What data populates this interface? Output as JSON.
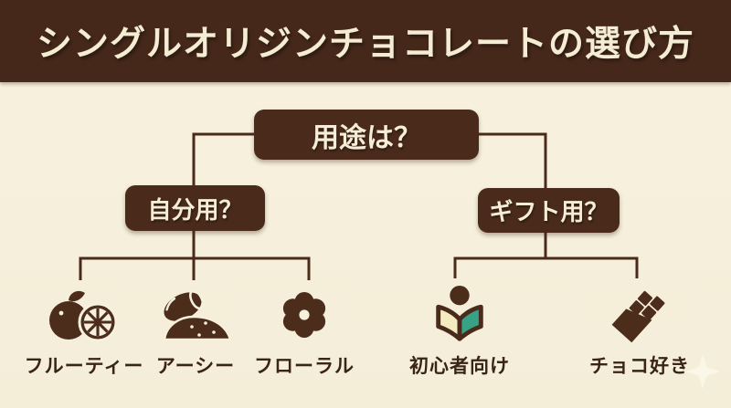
{
  "header": {
    "title": "シングルオリジンチョコレートの選び方"
  },
  "tree": {
    "root": {
      "label": "用途は？"
    },
    "branches": [
      {
        "label": "自分用？",
        "leaves": [
          {
            "label": "フルーティー",
            "icon": "citrus-fruit-icon"
          },
          {
            "label": "アーシー",
            "icon": "cacao-earth-icon"
          },
          {
            "label": "フローラル",
            "icon": "flower-icon"
          }
        ]
      },
      {
        "label": "ギフト用？",
        "leaves": [
          {
            "label": "初心者向け",
            "icon": "beginner-reader-icon"
          },
          {
            "label": "チョコ好き",
            "icon": "chocolate-bar-icon"
          }
        ]
      }
    ]
  },
  "colors": {
    "header_brown": "#46281a",
    "box_brown": "#4a2b1b",
    "line_brown": "#4a2b1a",
    "icon_brown": "#4c2c1b",
    "background_cream": "#f6f0dd",
    "text_cream": "#f5edd5",
    "label_brown": "#3a2414",
    "book_page_cream": "#f3ecc0",
    "book_page_teal": "#37a285"
  }
}
